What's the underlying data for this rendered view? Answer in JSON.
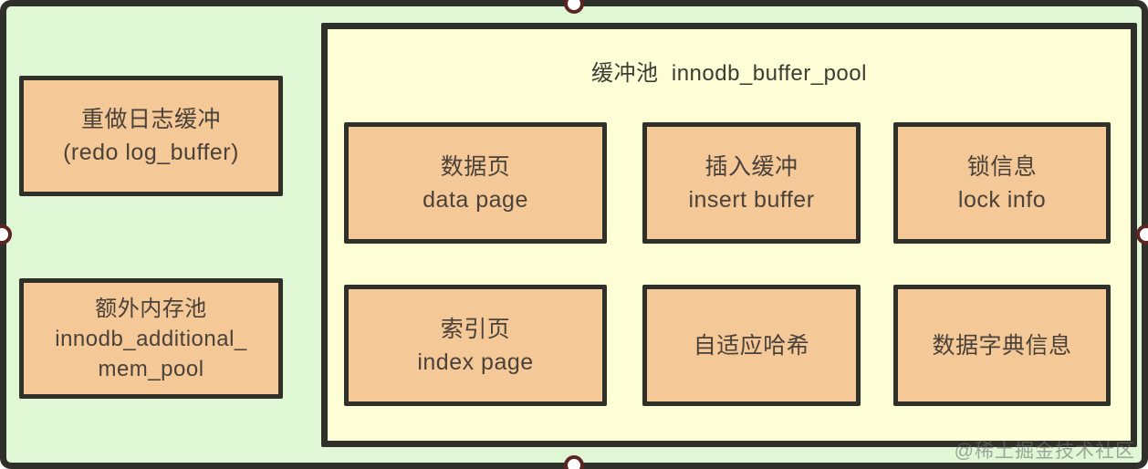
{
  "diagram": {
    "colors": {
      "canvas_background": "#e0f7d5",
      "pool_background": "#fdfdd6",
      "box_fill": "#f4c897",
      "border": "#30302a",
      "handle_ring": "#5c2521",
      "text": "#4a423a"
    },
    "left_boxes": [
      {
        "name": "redo-log-buffer",
        "lines": {
          "0": "重做日志缓冲",
          "1": "(redo log_buffer)"
        }
      },
      {
        "name": "additional-mem-pool",
        "lines": {
          "0": "额外内存池",
          "1": "innodb_additional_",
          "2": "mem_pool"
        }
      }
    ],
    "buffer_pool": {
      "title": "缓冲池  innodb_buffer_pool",
      "cells": [
        {
          "name": "data-page",
          "lines": {
            "0": "数据页",
            "1": "data page"
          }
        },
        {
          "name": "insert-buffer",
          "lines": {
            "0": "插入缓冲",
            "1": "insert buffer"
          }
        },
        {
          "name": "lock-info",
          "lines": {
            "0": "锁信息",
            "1": "lock info"
          }
        },
        {
          "name": "index-page",
          "lines": {
            "0": "索引页",
            "1": "index page"
          }
        },
        {
          "name": "adaptive-hash",
          "lines": {
            "0": "自适应哈希"
          }
        },
        {
          "name": "data-dictionary",
          "lines": {
            "0": "数据字典信息"
          }
        }
      ]
    },
    "watermark": "@稀土掘金技术社区"
  }
}
